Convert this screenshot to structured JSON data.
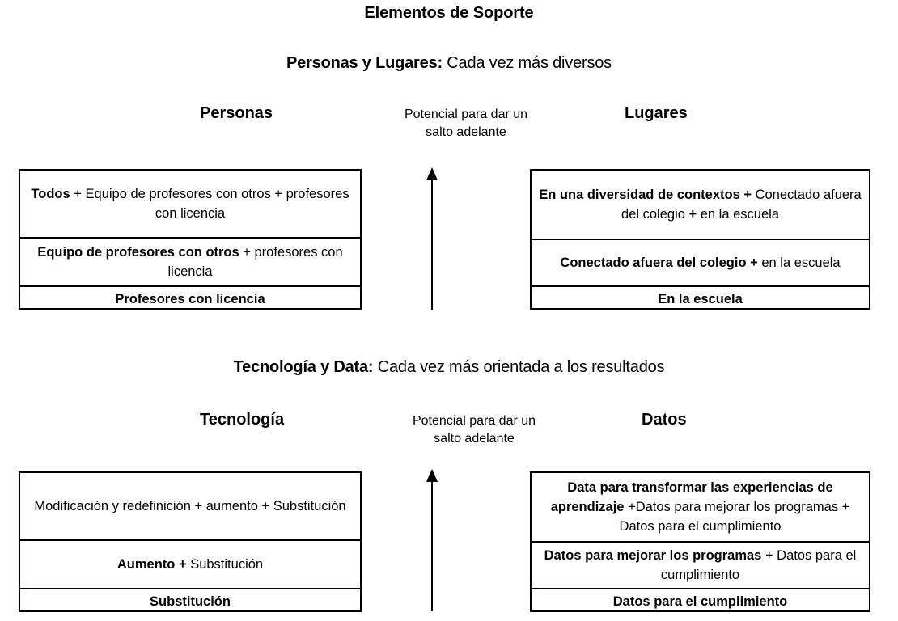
{
  "page": {
    "title": "Elementos de Soporte",
    "background_color": "#ffffff",
    "text_color": "#000000"
  },
  "sections": [
    {
      "id": "personas-lugares",
      "heading_bold": "Personas y Lugares:",
      "heading_rest": " Cada vez más diversos",
      "left_header": "Personas",
      "right_header": "Lugares",
      "center_note_line1": "Potencial para dar un",
      "center_note_line2": "salto adelante",
      "arrow": "up-arrow",
      "left_rungs": [
        {
          "bold": "Todos",
          "rest": " + Equipo de profesores con otros + profesores con licencia"
        },
        {
          "bold": "Equipo de profesores con otros",
          "rest": " + profesores con licencia"
        },
        {
          "bold": "Profesores con licencia",
          "rest": ""
        }
      ],
      "right_rungs": [
        {
          "bold": "En una diversidad de contextos +",
          "rest": " Conectado afuera del colegio ",
          "bold2": "+",
          "rest2": " en la escuela"
        },
        {
          "bold": "Conectado afuera del colegio +",
          "rest": " en la escuela"
        },
        {
          "bold": "En la escuela",
          "rest": ""
        }
      ]
    },
    {
      "id": "tecnologia-data",
      "heading_bold": "Tecnología y Data:",
      "heading_rest": " Cada vez más orientada a los resultados",
      "left_header": "Tecnología",
      "right_header": "Datos",
      "center_note_line1": "Potencial para dar un",
      "center_note_line2": "salto adelante",
      "arrow": "up-arrow",
      "left_rungs": [
        {
          "bold": "",
          "rest": "Modificación y redefinición + aumento + Substitución"
        },
        {
          "bold": "Aumento +",
          "rest": " Substitución"
        },
        {
          "bold": "Substitución",
          "rest": ""
        }
      ],
      "right_rungs": [
        {
          "bold": "Data para transformar las experiencias de aprendizaje",
          "rest": " +Datos para mejorar los programas + Datos para el cumplimiento"
        },
        {
          "bold": "Datos para mejorar los programas",
          "rest": " + Datos para el cumplimiento"
        },
        {
          "bold": "Datos para el cumplimiento",
          "rest": ""
        }
      ]
    }
  ]
}
